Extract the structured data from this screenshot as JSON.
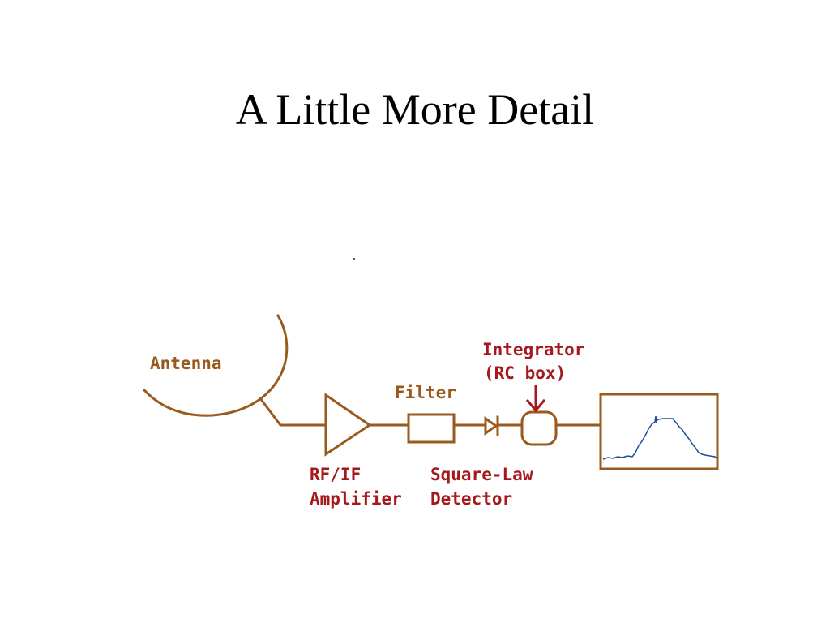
{
  "slide": {
    "title": "A Little More Detail"
  },
  "diagram": {
    "colors": {
      "wire": "#9a5a1e",
      "label_brown": "#9a5a1e",
      "label_red": "#a5191d",
      "trace": "#1b4f9c"
    },
    "labels": {
      "antenna": "Antenna",
      "filter": "Filter",
      "integrator_line1": "Integrator",
      "integrator_line2": "(RC box)",
      "amplifier_line1": "RF/IF",
      "amplifier_line2": "Amplifier",
      "detector_line1": "Square-Law",
      "detector_line2": "Detector"
    },
    "components": [
      {
        "id": "antenna",
        "name": "Antenna",
        "icon": "dish-antenna-icon"
      },
      {
        "id": "amplifier",
        "name": "RF/IF Amplifier",
        "icon": "amplifier-triangle-icon"
      },
      {
        "id": "filter",
        "name": "Filter",
        "icon": "filter-box-icon"
      },
      {
        "id": "detector",
        "name": "Square-Law Detector",
        "icon": "diode-icon"
      },
      {
        "id": "integrator",
        "name": "Integrator (RC box)",
        "icon": "rounded-box-icon"
      },
      {
        "id": "display",
        "name": "",
        "icon": "spectrum-display-icon"
      }
    ]
  }
}
